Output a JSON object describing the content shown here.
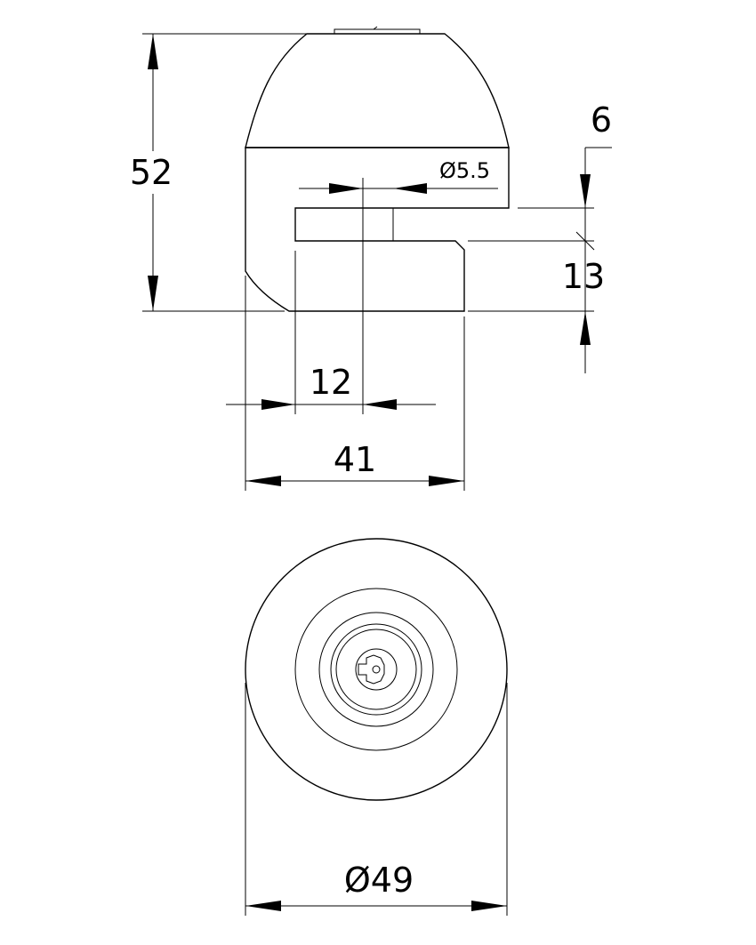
{
  "drawing": {
    "side_view": {
      "dimensions": {
        "height": "52",
        "hole_diameter": "Ø5.5",
        "pin_diameter": "6",
        "gap": "13",
        "pin_offset": "12",
        "width": "41"
      }
    },
    "bottom_view": {
      "dimensions": {
        "diameter": "Ø49"
      }
    }
  }
}
